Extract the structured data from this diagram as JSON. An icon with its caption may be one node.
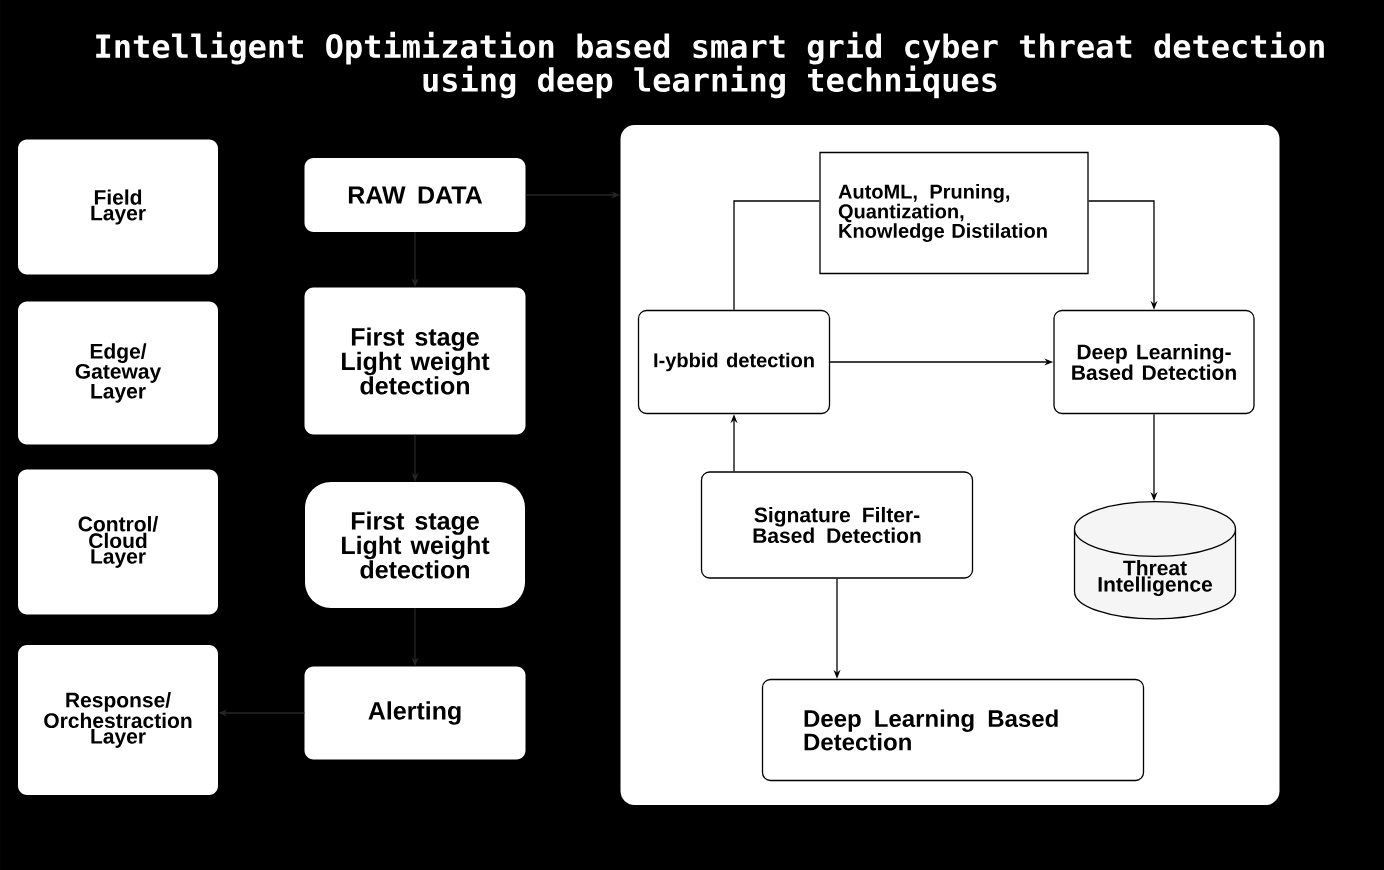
{
  "diagram": {
    "title": "Intelligent Optimization based smart grid cyber threat detection using deep learning techniques",
    "nodes": [
      {
        "text": [
          "Field Layer"
        ]
      },
      {
        "text": [
          "Edge/ Gateway Layer"
        ]
      },
      {
        "text": [
          "Control/ Cloud Layer"
        ]
      },
      {
        "text": [
          "Response/ Orchestraction Layer"
        ]
      },
      {
        "text": [
          "RAW DATA"
        ]
      },
      {
        "text": [
          "First stage Light weight detection"
        ]
      },
      {
        "text": [
          "First stage Light weight detection"
        ]
      },
      {
        "text": [
          "Alerting"
        ]
      },
      {
        "text": [],
        "shape": "box"
      },
      {
        "text": [
          "AutoML, Pruning, Quantization, Knowledge Distilation"
        ],
        "in": 8
      },
      {
        "text": [
          "I-ybbid detection"
        ],
        "in": 8
      },
      {
        "text": [
          "Deep Learning- Based Detection"
        ],
        "in": 8
      },
      {
        "text": [
          "Signature Filter-Based Detection"
        ],
        "in": 8
      },
      {
        "text": [
          "Threat Intelligence"
        ],
        "in": 8
      },
      {
        "text": [
          "Deep Learning Based Detection"
        ],
        "in": 8
      }
    ],
    "edges": [
      {
        "from": 4,
        "to": 8,
        "arrow": "to",
        "color": "#262626"
      },
      {
        "from": 4,
        "to": 5,
        "arrow": "to",
        "color": "#262626"
      },
      {
        "from": 5,
        "to": 6,
        "arrow": "to",
        "color": "#262626"
      },
      {
        "from": 6,
        "to": 7,
        "arrow": "to",
        "color": "#262626"
      },
      {
        "from": 7,
        "to": 3,
        "arrow": "to",
        "color": "#262626"
      },
      {
        "from": 10,
        "to": 9,
        "arrow": "none"
      },
      {
        "from": 9,
        "to": 11,
        "arrow": "to"
      },
      {
        "from": 10,
        "to": 11,
        "arrow": "to"
      },
      {
        "from": 12,
        "to": 10,
        "arrow": "to"
      },
      {
        "from": 11,
        "to": 13,
        "arrow": "to"
      },
      {
        "from": 12,
        "to": 14,
        "arrow": "to"
      }
    ]
  }
}
